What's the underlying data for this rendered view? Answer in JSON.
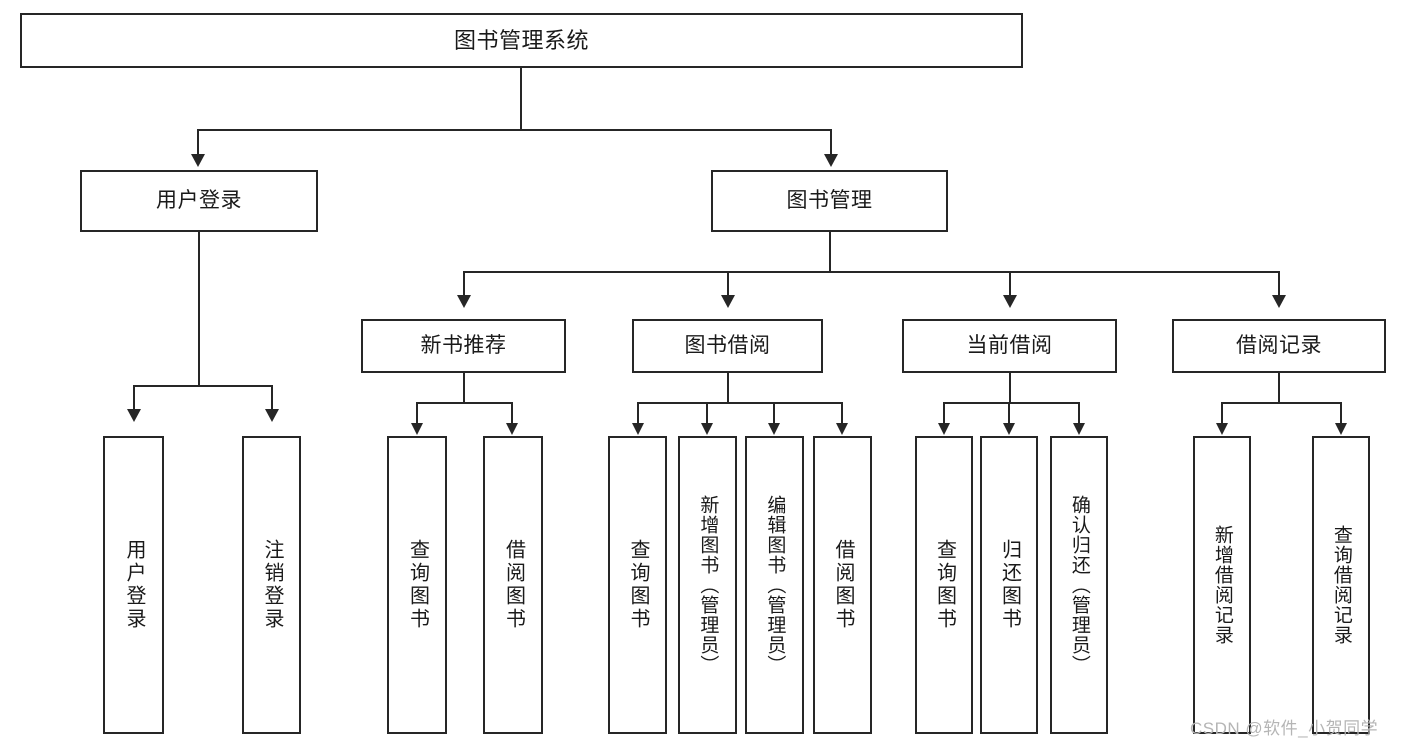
{
  "diagram": {
    "type": "tree-hierarchy",
    "title": "图书管理系统",
    "root": {
      "label": "图书管理系统"
    },
    "level2": [
      {
        "label": "用户登录"
      },
      {
        "label": "图书管理"
      }
    ],
    "level3": [
      {
        "label": "新书推荐"
      },
      {
        "label": "图书借阅"
      },
      {
        "label": "当前借阅"
      },
      {
        "label": "借阅记录"
      }
    ],
    "leaves": {
      "user_login": [
        {
          "label": "用户登录"
        },
        {
          "label": "注销登录"
        }
      ],
      "new_book_recommend": [
        {
          "label": "查询图书"
        },
        {
          "label": "借阅图书"
        }
      ],
      "book_borrow": [
        {
          "label": "查询图书"
        },
        {
          "label": "新增图书（管理员）"
        },
        {
          "label": "编辑图书（管理员）"
        },
        {
          "label": "借阅图书"
        }
      ],
      "current_borrow": [
        {
          "label": "查询图书"
        },
        {
          "label": "归还图书"
        },
        {
          "label": "确认归还（管理员）"
        }
      ],
      "borrow_record": [
        {
          "label": "新增借阅记录"
        },
        {
          "label": "查询借阅记录"
        }
      ]
    }
  },
  "watermark": {
    "text": "CSDN @软件_小贺同学"
  },
  "colors": {
    "stroke": "#262626",
    "background": "#ffffff",
    "text": "#1a1a1a",
    "watermark": "#b5b5b5"
  }
}
